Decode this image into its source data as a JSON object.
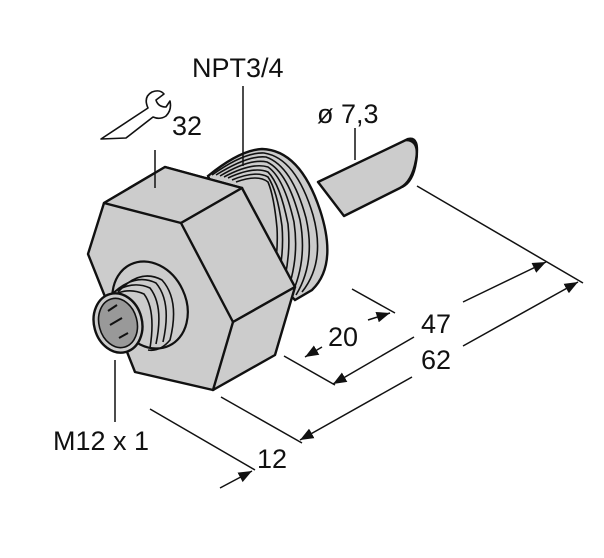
{
  "drawing": {
    "type": "dimensioned product drawing",
    "colors": {
      "line": "#111111",
      "body_fill": "#cccccc",
      "connector_face": "#999999",
      "background": "#ffffff"
    }
  },
  "labels": {
    "thread": "NPT3/4",
    "wrench_size": "32",
    "diameter": "ø 7,3",
    "connector": "M12 x 1",
    "dim_20": "20",
    "dim_47": "47",
    "dim_62": "62",
    "dim_12": "12"
  },
  "icons": {
    "wrench": "wrench-icon"
  }
}
